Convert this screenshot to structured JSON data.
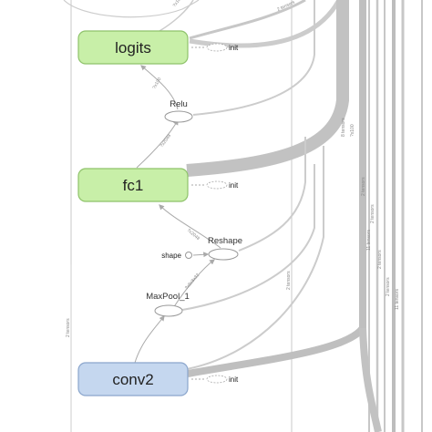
{
  "graph": {
    "nodes": {
      "logits": {
        "label": "logits",
        "color": "#c8efa8",
        "stroke": "#8ec26a"
      },
      "fc1": {
        "label": "fc1",
        "color": "#c8efa8",
        "stroke": "#8ec26a"
      },
      "conv2": {
        "label": "conv2",
        "color": "#c5d7ef",
        "stroke": "#8aa5cc"
      }
    },
    "ops": {
      "relu": {
        "label": "Relu"
      },
      "reshape": {
        "label": "Reshape"
      },
      "maxpool": {
        "label": "MaxPool_1"
      }
    },
    "constants": {
      "shape": {
        "label": "shape"
      }
    },
    "init_labels": {
      "logits": "init",
      "fc1": "init",
      "conv2": "init"
    },
    "edge_labels": {
      "e1": "2 tensors",
      "e2": "8 tensors",
      "e3": "?x100",
      "e4": "?x100",
      "e5": "2 tensors",
      "e6": "2 tensors",
      "e7": "2 tensors",
      "e8": "11 tensors",
      "e9": "11 tensors",
      "e10": "?x2048",
      "e11": "?x2048",
      "e12": "?x8x8x32",
      "e13": "2 tensors",
      "e14": "2 tensors",
      "e15": "?x10",
      "e16": "2 tensors",
      "e17": "?x10",
      "e18": "2 tensors"
    },
    "colors": {
      "edge": "#c7c7c7",
      "edge_dark": "#b5b5b5",
      "outline": "#999999"
    }
  }
}
